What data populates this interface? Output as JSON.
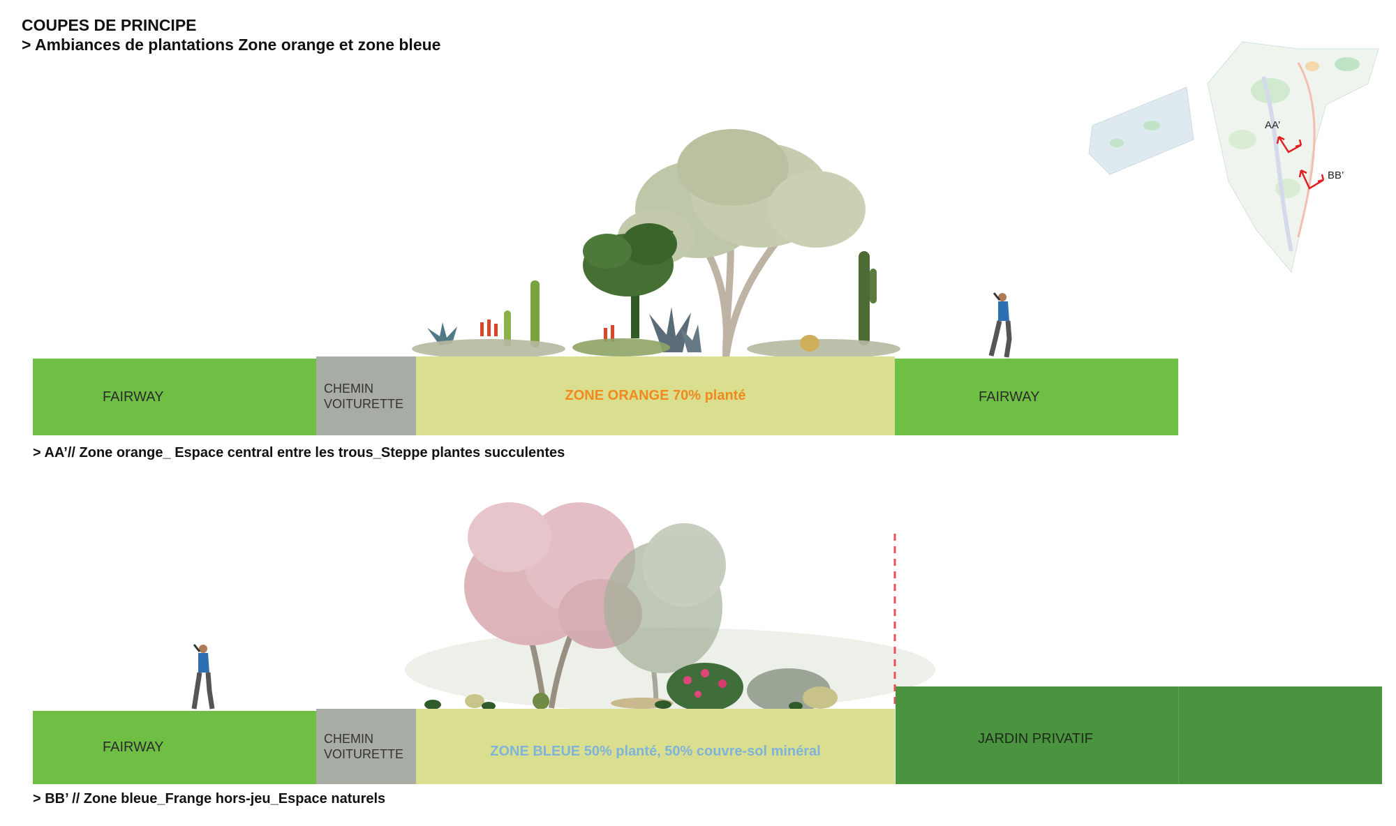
{
  "header": {
    "title": "COUPES DE PRINCIPE",
    "subtitle": "> Ambiances de plantations Zone orange et zone bleue"
  },
  "section_aa": {
    "fairway_left": "FAIRWAY",
    "chemin_line1": "CHEMIN",
    "chemin_line2": "VOITURETTE",
    "zone_label": "ZONE ORANGE 70% planté",
    "fairway_right": "FAIRWAY",
    "caption": "> AA’// Zone orange_ Espace central entre les trous_Steppe plantes succulentes"
  },
  "section_bb": {
    "fairway_left": "FAIRWAY",
    "chemin_line1": "CHEMIN",
    "chemin_line2": "VOITURETTE",
    "zone_label": "ZONE BLEUE 50% planté, 50% couvre-sol minéral",
    "jardin_label": "JARDIN PRIVATIF",
    "caption": "> BB’ // Zone bleue_Frange hors-jeu_Espace naturels"
  },
  "map": {
    "label_aa": "AA’",
    "label_bb": "BB’"
  },
  "colors": {
    "fairway": "#6fbf44",
    "chemin": "#a7ada4",
    "zone": "#d9df8f",
    "jardin": "#4a9440",
    "orange_text": "#f08a1c",
    "blue_text": "#7fb3d9",
    "limit_dash": "#e8505b",
    "section_arrow": "#e02020"
  }
}
